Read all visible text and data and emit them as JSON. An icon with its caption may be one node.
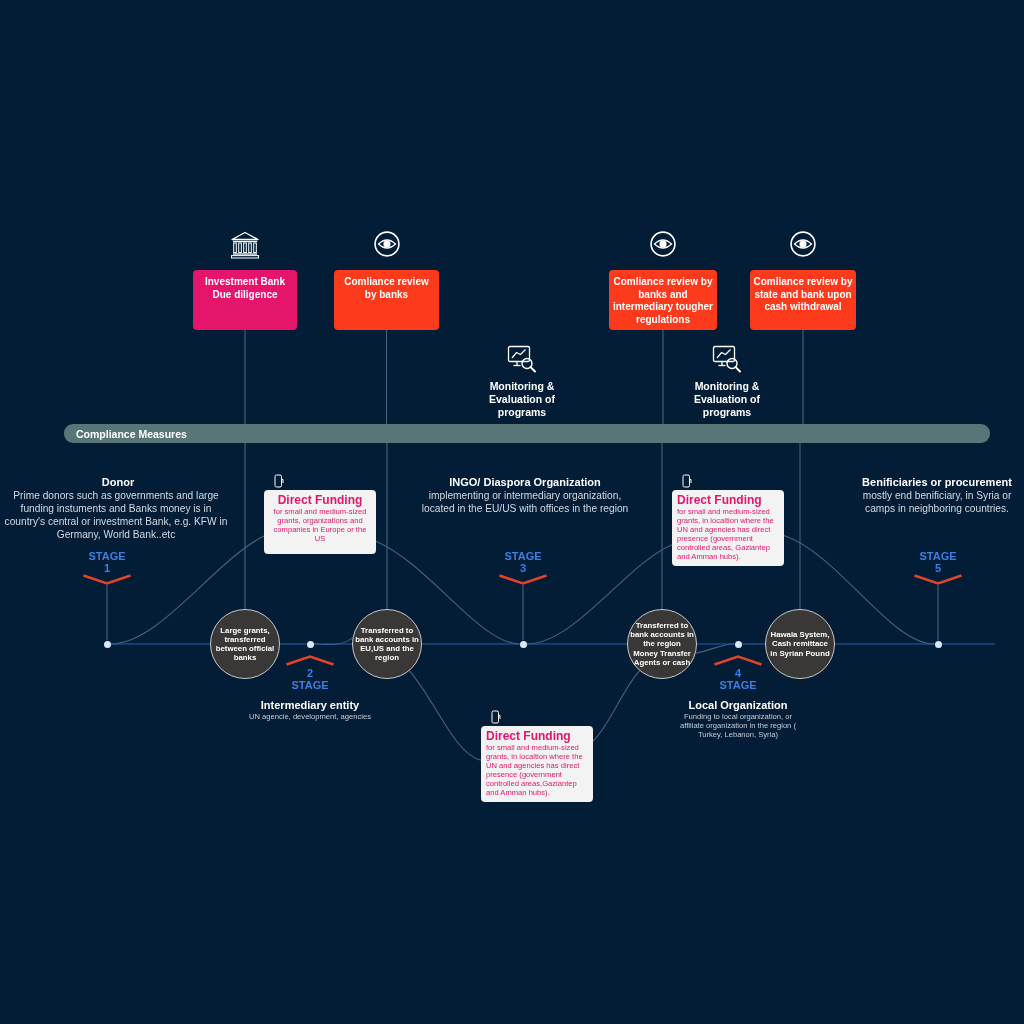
{
  "diagram": {
    "nodes": [
      {
        "text": [
          "Investment Bank Due diligence"
        ]
      },
      {
        "text": [
          "Comliance review by banks"
        ]
      },
      {
        "text": [
          "Comliance review by banks and intermediary tougher regulations"
        ]
      },
      {
        "text": [
          "Comliance review by state and bank upon cash withdrawal"
        ]
      },
      {
        "text": [
          "Compliance Measures"
        ]
      },
      {
        "text": [
          "Direct Funding",
          "for small and medium-sized grants, organizations and companies in Europe or the US"
        ]
      },
      {
        "text": [
          "Direct Funding",
          "for small and medium-sized grants, in localtion where the UN and agencies has direct presence (government controlled areas, Gaziantep and Amman hubs)."
        ]
      },
      {
        "text": [
          "STAGE 1"
        ]
      },
      {
        "text": [
          "STAGE 3"
        ]
      },
      {
        "text": [
          "STAGE 5"
        ]
      },
      {
        "text": [],
        "shape": "circle"
      },
      {
        "text": [
          "Large grants, transferred between official banks"
        ]
      },
      {
        "text": [],
        "shape": "circle"
      },
      {
        "text": [
          "Transferred to bank accounts in EU,US and the region"
        ]
      },
      {
        "text": [],
        "shape": "circle"
      },
      {
        "text": [
          "Transferred to bank accounts in the region Money Transfer Agents or cash"
        ]
      },
      {
        "text": [],
        "shape": "circle"
      },
      {
        "text": [
          "Hawala System, Cash remittace in Syrian Pound"
        ]
      },
      {
        "text": [],
        "shape": "circle"
      },
      {
        "text": [
          "2 STAGE"
        ]
      },
      {
        "text": [
          "4 STAGE"
        ]
      },
      {
        "text": [
          "Direct Funding",
          "for small and medium-sized grants, in localtion where the UN and agencies has direct presence (government controlled areas,Gaziantep and Amman hubs)."
        ]
      }
    ],
    "edges": [
      {
        "from": 0,
        "to": 4,
        "arrow": "none"
      },
      {
        "from": 4,
        "to": 11,
        "arrow": "none"
      },
      {
        "from": 1,
        "to": 4,
        "arrow": "none"
      },
      {
        "from": 4,
        "to": 13,
        "arrow": "none"
      },
      {
        "from": 2,
        "to": 4,
        "arrow": "none"
      },
      {
        "from": 4,
        "to": 15,
        "arrow": "none"
      },
      {
        "from": 3,
        "to": 4,
        "arrow": "none"
      },
      {
        "from": 4,
        "to": 17,
        "arrow": "none"
      },
      {
        "from": 7,
        "to": 10,
        "arrow": "none"
      },
      {
        "from": 8,
        "to": 14,
        "arrow": "none"
      },
      {
        "from": 9,
        "to": 18,
        "arrow": "none"
      },
      {
        "from": 10,
        "to": 5,
        "arrow": "none"
      },
      {
        "from": 5,
        "to": 14,
        "arrow": "none"
      },
      {
        "from": 14,
        "to": 6,
        "arrow": "none"
      },
      {
        "from": 6,
        "to": 18,
        "arrow": "none"
      },
      {
        "from": 12,
        "to": 13,
        "arrow": "none"
      },
      {
        "from": 13,
        "to": 21,
        "arrow": "none"
      },
      {
        "from": 21,
        "to": 15,
        "arrow": "none"
      },
      {
        "from": 15,
        "to": 16,
        "arrow": "none"
      },
      {
        "from": 10,
        "to": 11,
        "arrow": "none",
        "color": "#2a5ca6"
      },
      {
        "from": 11,
        "to": 12,
        "arrow": "none",
        "color": "#2a5ca6"
      },
      {
        "from": 12,
        "to": 13,
        "arrow": "none",
        "color": "#2a5ca6"
      },
      {
        "from": 13,
        "to": 14,
        "arrow": "none",
        "color": "#2a5ca6"
      },
      {
        "from": 14,
        "to": 15,
        "arrow": "none",
        "color": "#2a5ca6"
      },
      {
        "from": 15,
        "to": 16,
        "arrow": "none",
        "color": "#2a5ca6"
      },
      {
        "from": 16,
        "to": 17,
        "arrow": "none",
        "color": "#2a5ca6"
      },
      {
        "from": 17,
        "to": 18,
        "arrow": "none",
        "color": "#2a5ca6"
      },
      {
        "from": 18,
        "to": null,
        "arrow": "none",
        "color": "#2a5ca6"
      }
    ],
    "labels": [
      "Monitoring & Evaluation of programs",
      "Monitoring & Evaluation of programs",
      "Donor",
      "Prime donors such as governments and large funding instuments and Banks money is in country's central or investment Bank, e.g. KFW in Germany, World Bank..etc",
      "INGO/ Diaspora Organization",
      "implementing or intermediary organization, located in the EU/US with offices in the region",
      "Benificiaries or procurement",
      "mostly end benificiary, in Syria or camps in neighboring countries.",
      "Intermediary entity",
      "UN agencie, development, agencies",
      "Local Organization",
      "Funding to local organization, or affiliate organization in the region ( Turkey, Lebanon, Syria)"
    ]
  }
}
